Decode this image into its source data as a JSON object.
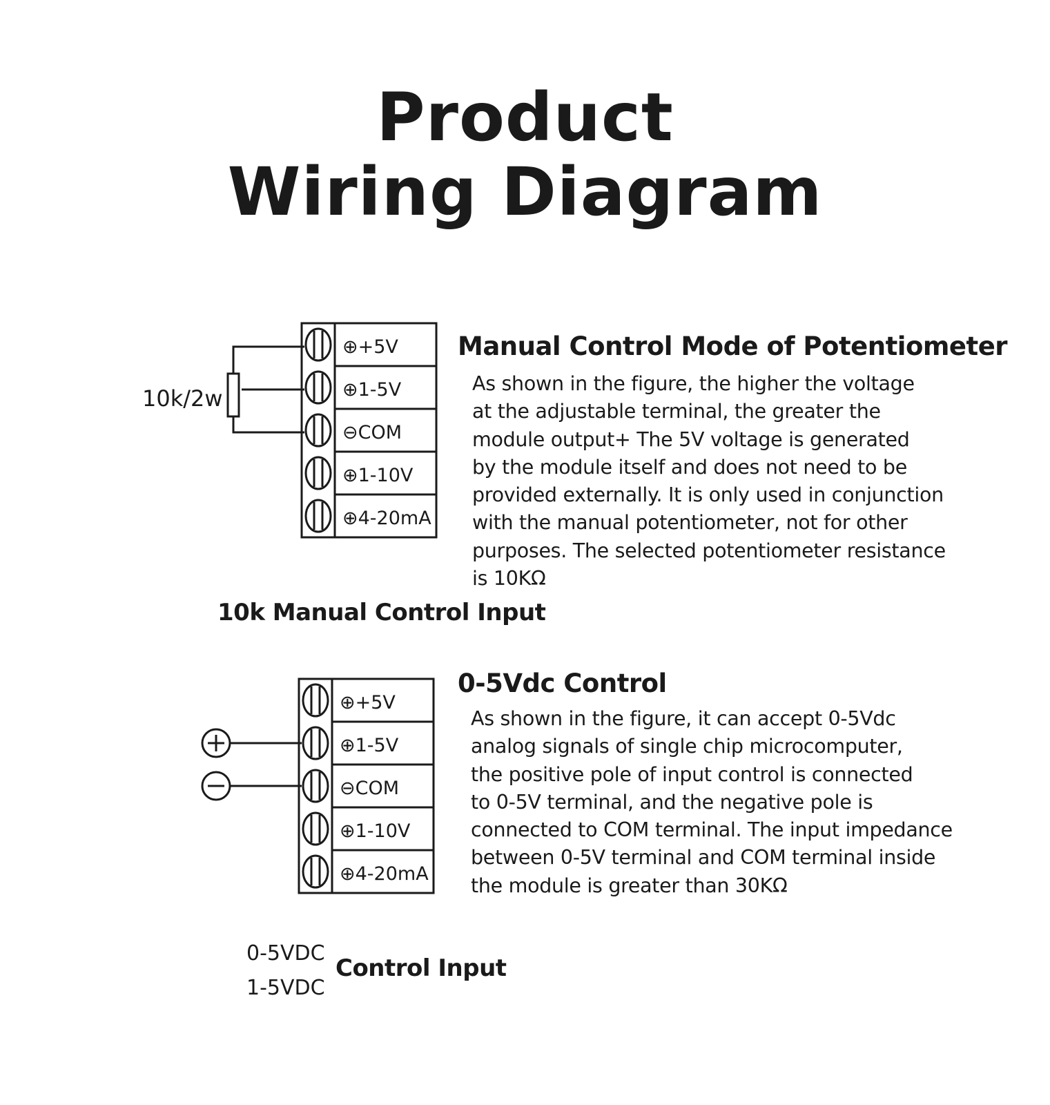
{
  "title": {
    "line1": "Product",
    "line2": "Wiring Diagram"
  },
  "terminals": [
    "⊕+5V",
    "⊕1-5V",
    "⊖COM",
    "⊕1-10V",
    "⊕4-20mA"
  ],
  "section1": {
    "heading": "Manual Control Mode of Potentiometer",
    "resistor_label": "10k/2w",
    "paragraph_lines": [
      "As shown in the figure, the higher the voltage",
      "at the adjustable terminal, the greater the",
      "module output+ The 5V voltage is generated",
      "by the module itself and does not need to be",
      "provided externally. It is only used in conjunction",
      "with the manual potentiometer, not for other",
      "purposes. The selected potentiometer resistance",
      "is 10KΩ"
    ],
    "caption": "10k Manual Control Input"
  },
  "section2": {
    "heading": "0-5Vdc Control",
    "paragraph_lines": [
      "As shown in the figure, it can accept 0-5Vdc",
      "analog signals of single chip microcomputer,",
      "the positive pole of input control is connected",
      "to 0-5V terminal, and the negative pole is",
      "connected to COM terminal. The input impedance",
      "between 0-5V terminal and COM terminal inside",
      "the module is greater than 30KΩ"
    ],
    "caption_stack": [
      "0-5VDC",
      "1-5VDC"
    ],
    "caption": "Control Input"
  }
}
